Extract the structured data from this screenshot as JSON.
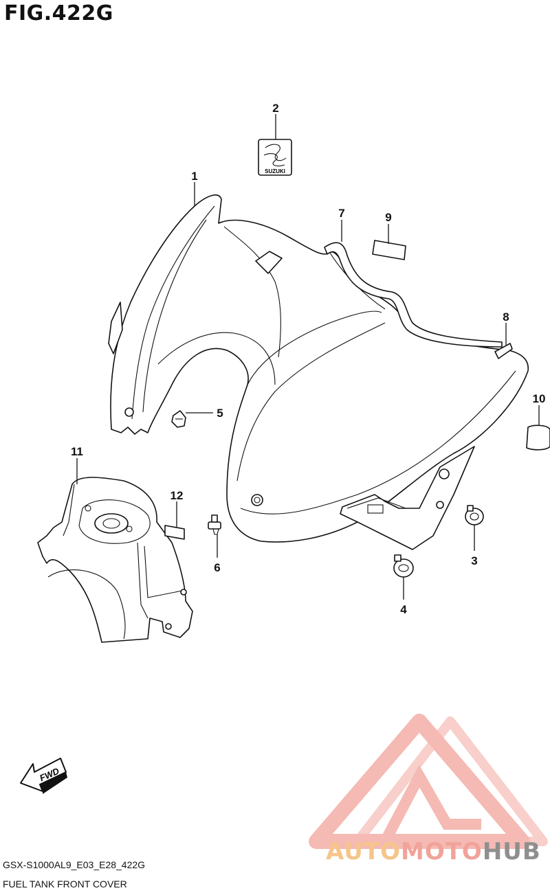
{
  "figure": {
    "title": "FIG.422G",
    "model_code": "GSX-S1000AL9_E03_E28_422G",
    "name": "FUEL TANK FRONT COVER"
  },
  "callouts": [
    "1",
    "2",
    "3",
    "4",
    "5",
    "6",
    "7",
    "8",
    "9",
    "10",
    "11",
    "12"
  ],
  "emblem_text": "SUZUKI",
  "direction_label": "FWD",
  "watermark": {
    "part_a": "AUTO",
    "part_b": "MOTO",
    "part_c": "HUB",
    "colors": {
      "orange": "#f6c58a",
      "pink": "#f1a39a",
      "gray": "#8f8f8f"
    }
  }
}
